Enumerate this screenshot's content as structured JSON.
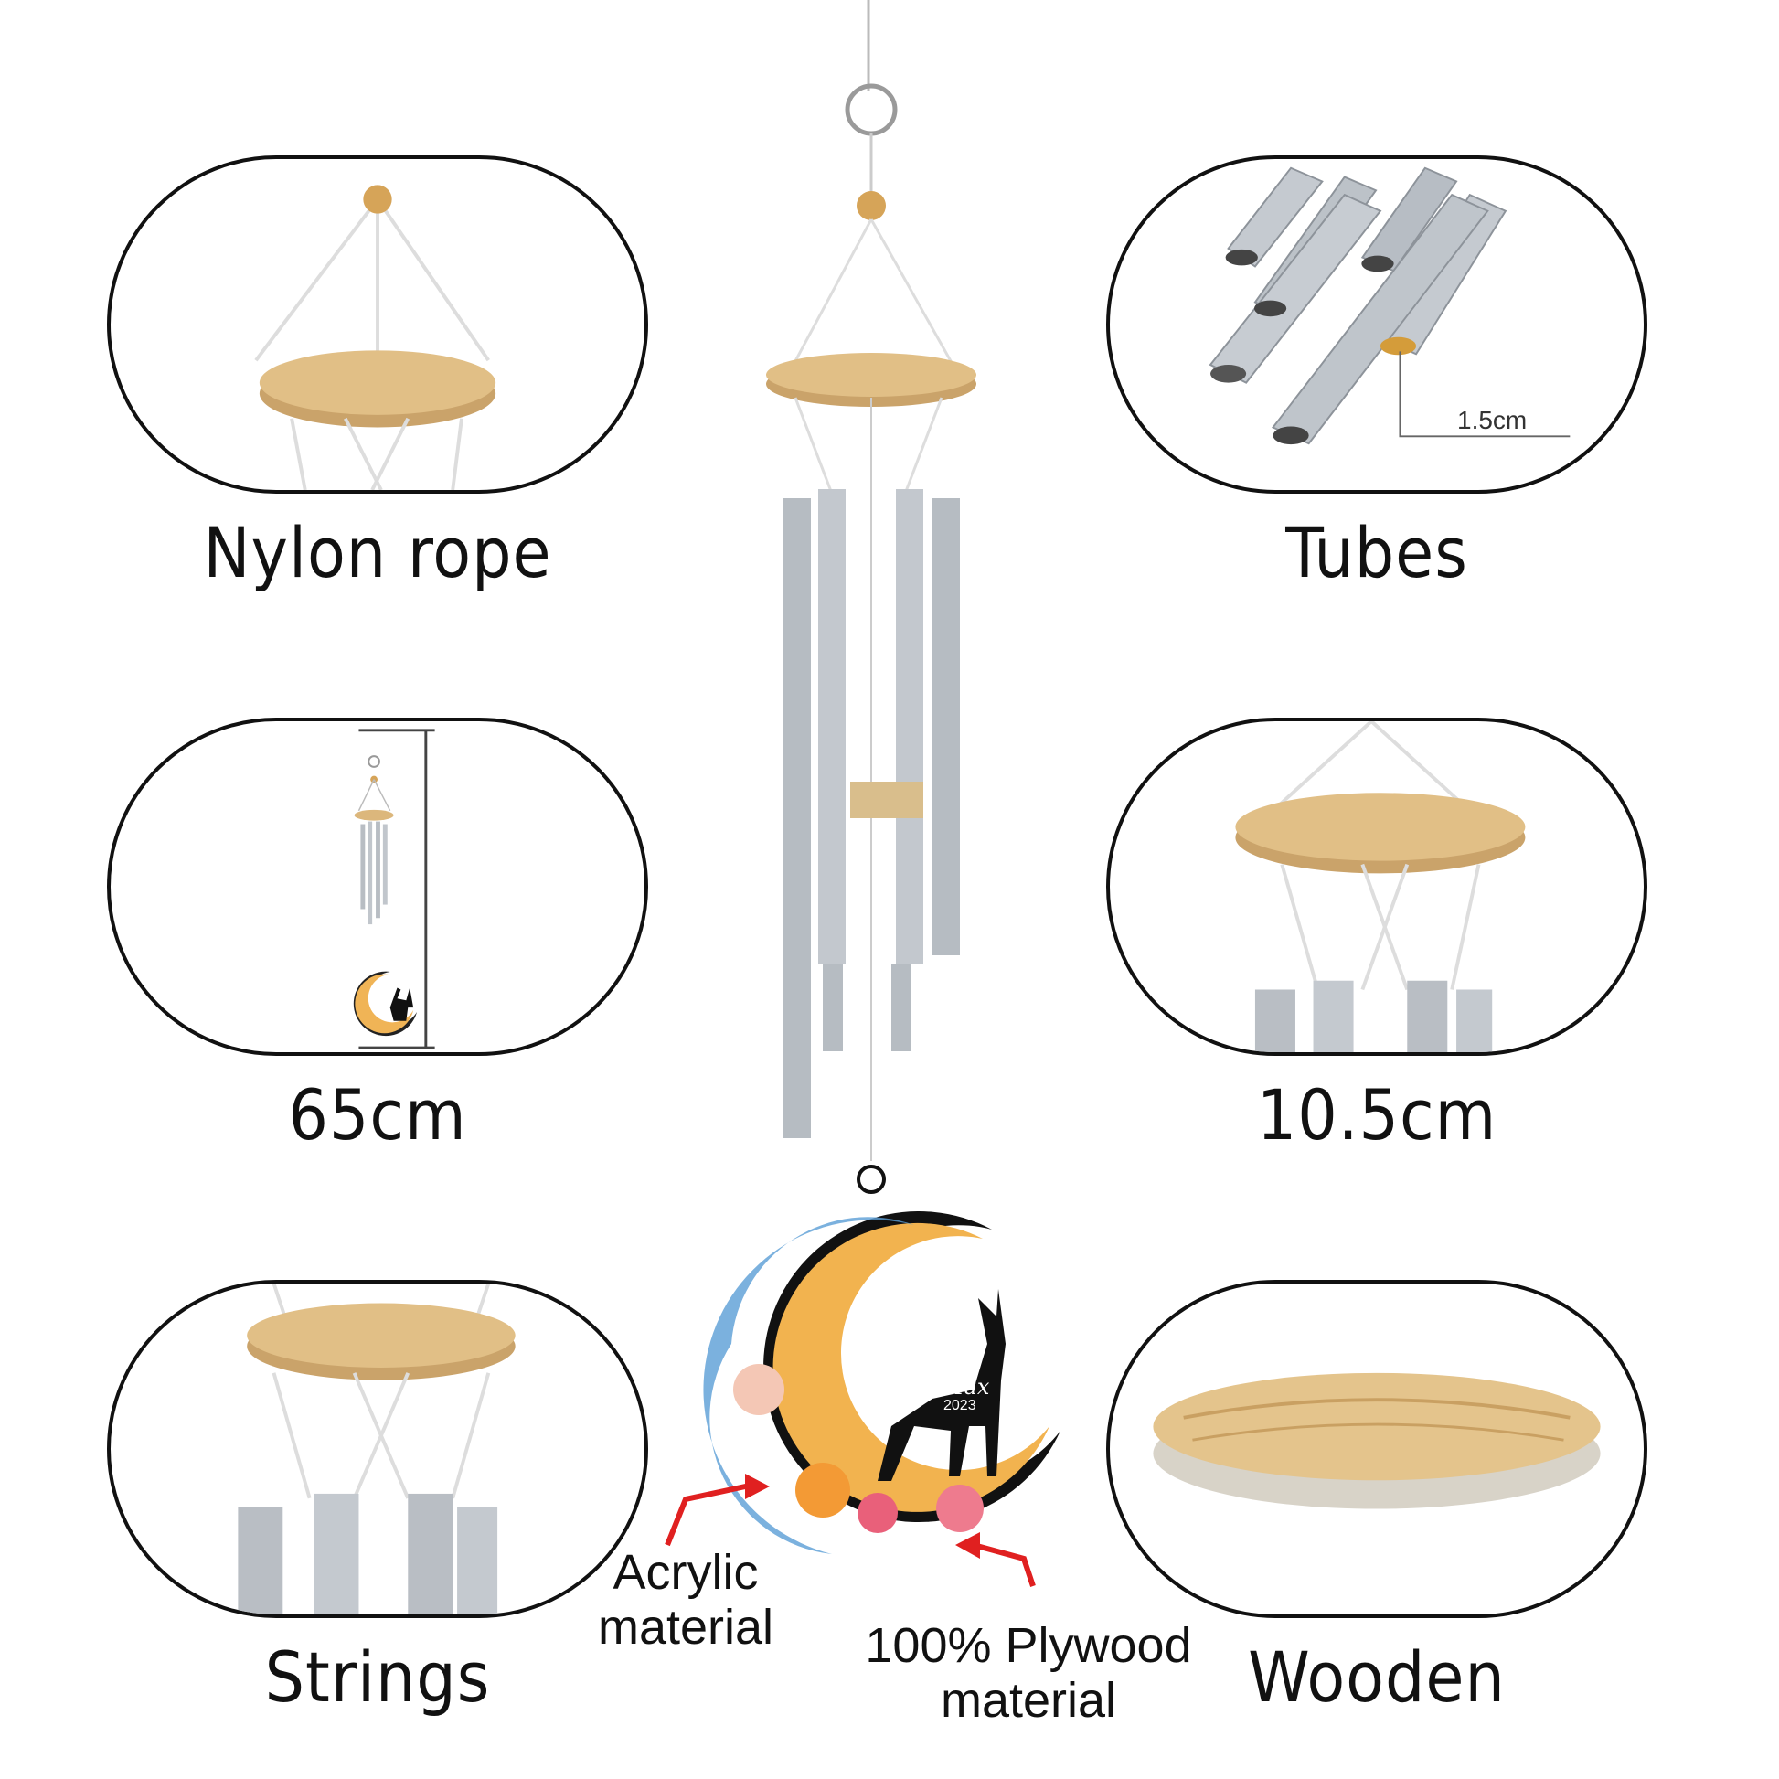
{
  "panels": {
    "nylon_rope": {
      "label": "Nylon rope"
    },
    "tubes": {
      "label": "Tubes",
      "measure": "1.5cm"
    },
    "height": {
      "label": "65cm"
    },
    "ring": {
      "label": "10.5cm"
    },
    "strings": {
      "label": "Strings"
    },
    "wooden": {
      "label": "Wooden"
    }
  },
  "ornament": {
    "name": "Max",
    "year": "2023",
    "acrylic_note": [
      "Acrylic",
      "material"
    ],
    "plywood_note": [
      "100% Plywood",
      "material"
    ]
  },
  "colors": {
    "outline": "#111111",
    "wood": "#d8b274",
    "tube": "#b9bec4",
    "arrow": "#e02020"
  }
}
